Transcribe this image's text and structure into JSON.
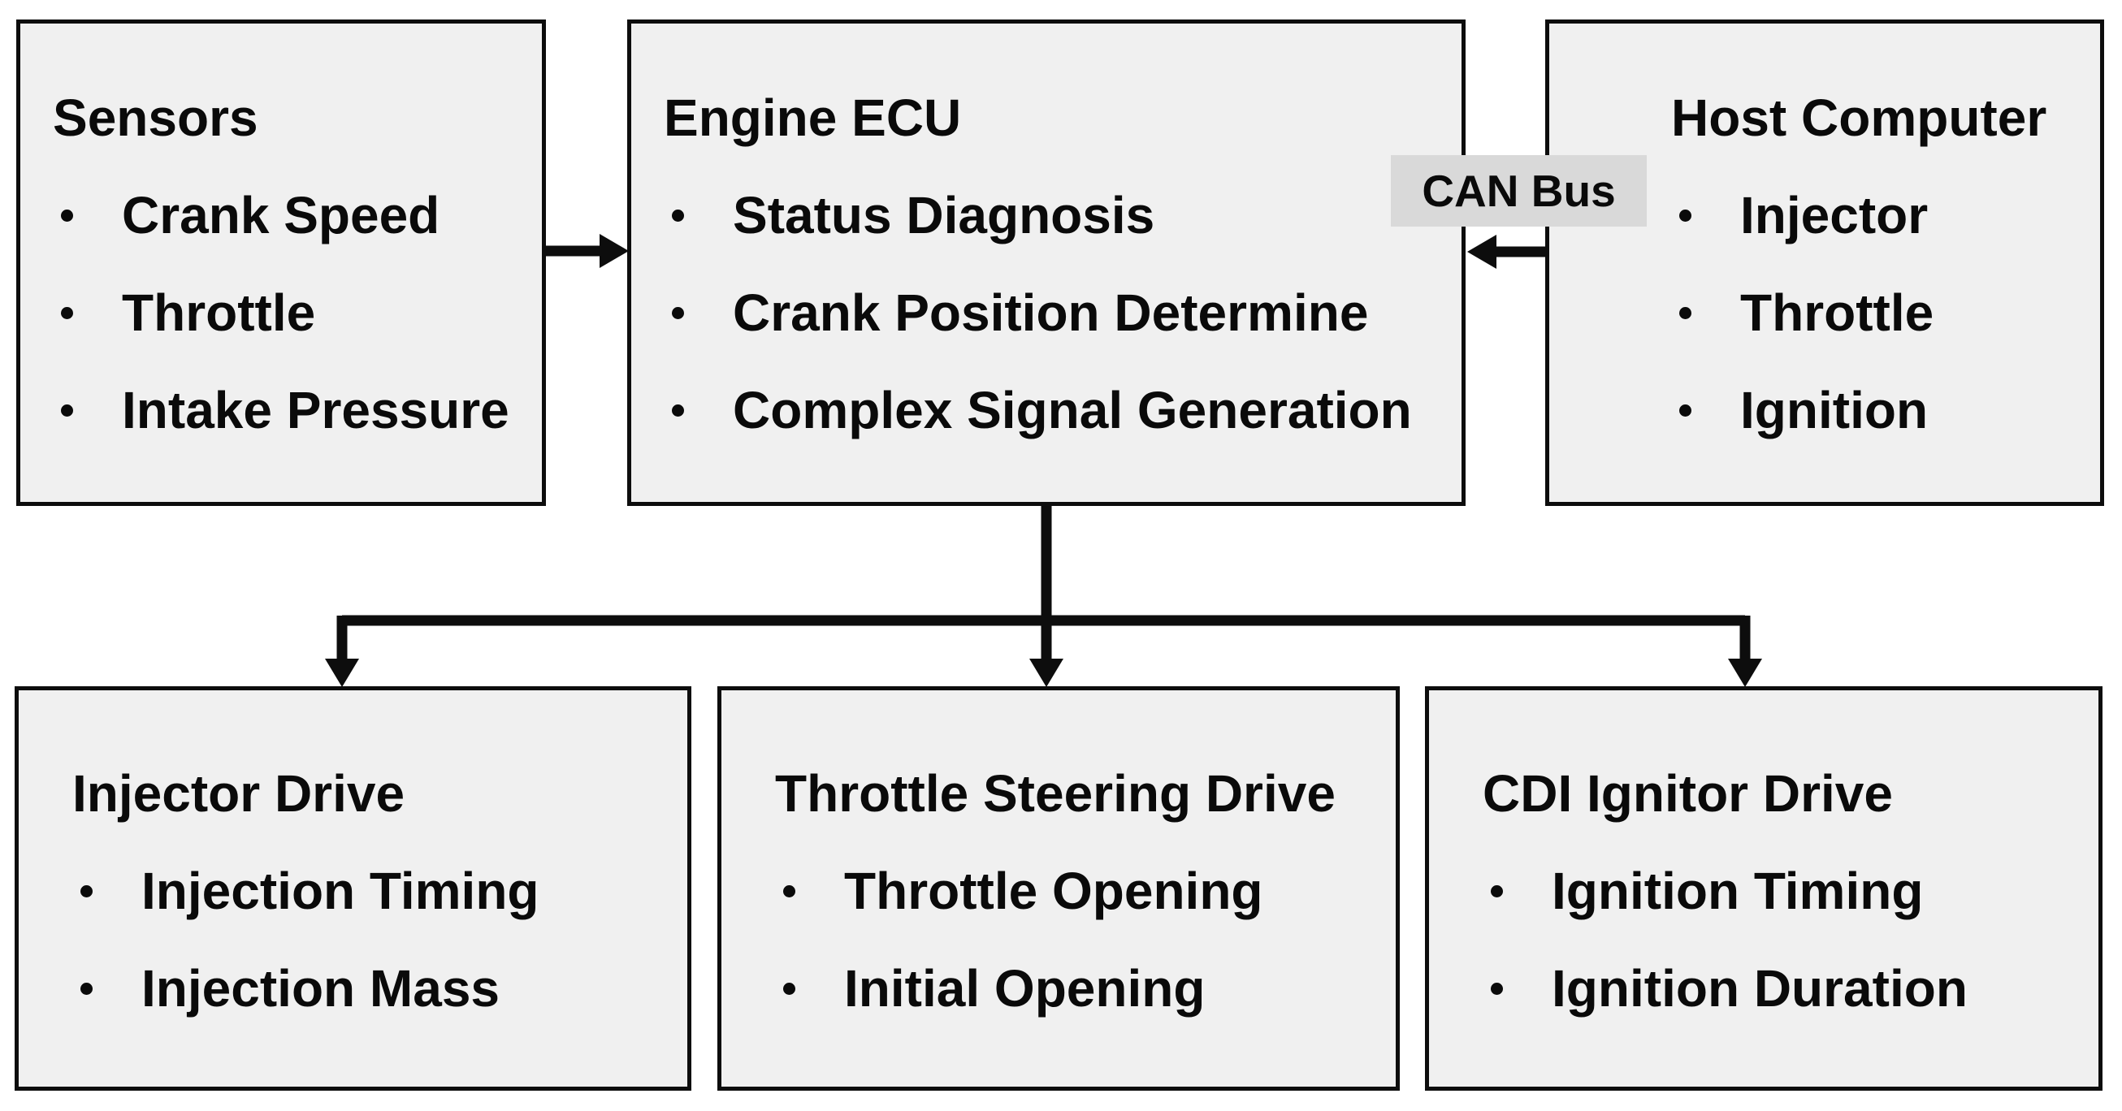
{
  "diagram": {
    "can_bus_label": "CAN Bus",
    "colors": {
      "background": "#ffffff",
      "box_fill": "#f0f0f0",
      "box_border": "#0d0d0d",
      "label_fill": "#d9d9d9",
      "line": "#0d0d0d",
      "text": "#0a0a0a"
    },
    "boxes": {
      "sensors": {
        "title": "Sensors",
        "items": [
          "Crank Speed",
          "Throttle",
          "Intake Pressure"
        ]
      },
      "engine_ecu": {
        "title": "Engine ECU",
        "items": [
          "Status Diagnosis",
          "Crank Position Determine",
          "Complex Signal Generation"
        ]
      },
      "host_computer": {
        "title": "Host Computer",
        "items": [
          "Injector",
          "Throttle",
          "Ignition"
        ]
      },
      "injector_drive": {
        "title": "Injector Drive",
        "items": [
          "Injection Timing",
          "Injection Mass"
        ]
      },
      "throttle_steering_drive": {
        "title": "Throttle Steering Drive",
        "items": [
          "Throttle Opening",
          "Initial Opening"
        ]
      },
      "cdi_ignitor_drive": {
        "title": "CDI Ignitor Drive",
        "items": [
          "Ignition Timing",
          "Ignition Duration"
        ]
      }
    },
    "edges": [
      {
        "from": "sensors",
        "to": "engine_ecu",
        "label": ""
      },
      {
        "from": "host_computer",
        "to": "engine_ecu",
        "label": "CAN Bus"
      },
      {
        "from": "engine_ecu",
        "to": "injector_drive",
        "label": ""
      },
      {
        "from": "engine_ecu",
        "to": "throttle_steering_drive",
        "label": ""
      },
      {
        "from": "engine_ecu",
        "to": "cdi_ignitor_drive",
        "label": ""
      }
    ]
  }
}
